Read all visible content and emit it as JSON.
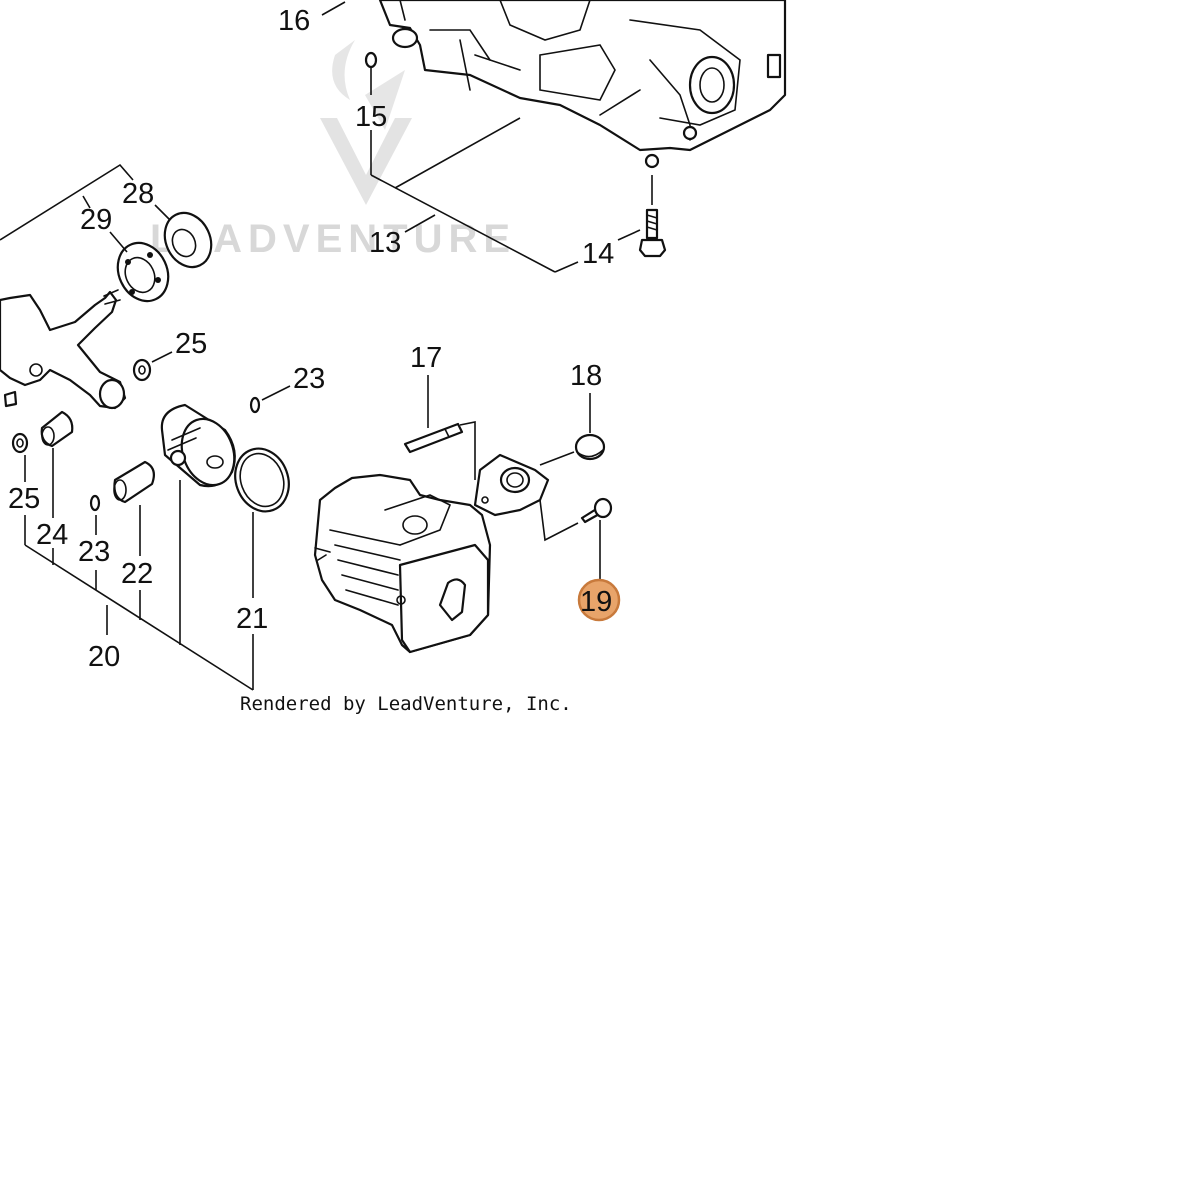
{
  "diagram": {
    "watermark": "LEADVENTURE",
    "credit": "Rendered by LeadVenture, Inc.",
    "highlight_color": "#e8a46a",
    "highlight_stroke": "#c87a3c",
    "highlighted_part": "19",
    "labels": {
      "p13": "13",
      "p14": "14",
      "p15": "15",
      "p16": "16",
      "p17": "17",
      "p18": "18",
      "p19": "19",
      "p20": "20",
      "p21": "21",
      "p22": "22",
      "p23a": "23",
      "p23b": "23",
      "p24": "24",
      "p25a": "25",
      "p25b": "25",
      "p28": "28",
      "p29": "29"
    }
  }
}
